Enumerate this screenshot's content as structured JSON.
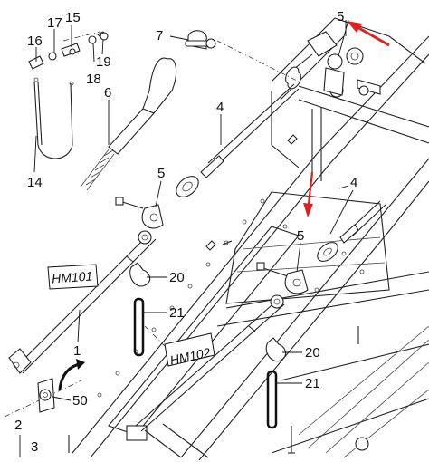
{
  "diagram": {
    "callouts": {
      "c5_top": "5",
      "c17": "17",
      "c15": "15",
      "c16": "16",
      "c19": "19",
      "c18": "18",
      "c7": "7",
      "c6": "6",
      "c4_upper": "4",
      "c14": "14",
      "c5_mid": "5",
      "c4_right": "4",
      "c5_right": "5",
      "c20_upper": "20",
      "c21_upper": "21",
      "c1": "1",
      "c50": "50",
      "c20_lower": "20",
      "c21_lower": "21",
      "c2": "2",
      "c3": "3"
    },
    "labels": {
      "hm101": "HM101",
      "hm102": "HM102"
    },
    "colors": {
      "arrow": "#e02020",
      "line": "#222222",
      "background": "#ffffff"
    },
    "icons": {
      "direction_arrow": "red-arrow-icon",
      "rotation_arrow": "curved-arrow-icon"
    }
  }
}
